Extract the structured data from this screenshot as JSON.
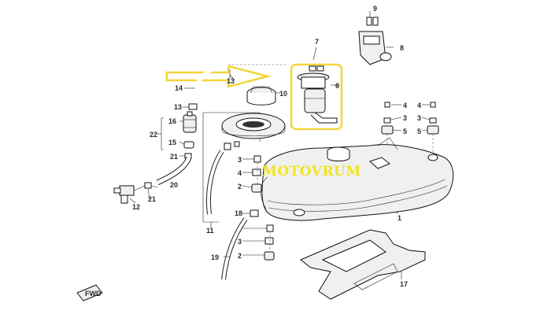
{
  "diagram": {
    "watermark": "MOTOVRUM",
    "fwd_label": "FWD",
    "labels": {
      "n1": "1",
      "n2a": "2",
      "n2b": "2",
      "n3a": "3",
      "n3b": "3",
      "n3c": "3",
      "n3d": "3",
      "n4a": "4",
      "n4b": "4",
      "n4c": "4",
      "n5a": "5",
      "n5b": "5",
      "n6": "6",
      "n7": "7",
      "n8": "8",
      "n9": "9",
      "n10": "10",
      "n11": "11",
      "n12": "12",
      "n13a": "13",
      "n13b": "13",
      "n14": "14",
      "n15": "15",
      "n16": "16",
      "n17": "17",
      "n18": "18",
      "n19": "19",
      "n20": "20",
      "n21a": "21",
      "n21b": "21",
      "n22": "22"
    },
    "colors": {
      "highlight": "#f2d53c",
      "watermark": "#f2e41d",
      "lines": "#222222"
    }
  }
}
